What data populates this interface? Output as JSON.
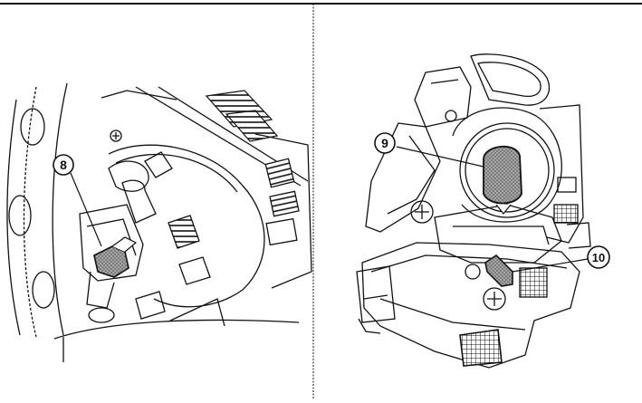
{
  "callouts": {
    "c8": "8",
    "c9": "9",
    "c10": "10"
  },
  "colors": {
    "ink": "#111111",
    "paper": "#ffffff",
    "highlight": "#9a9a9a"
  }
}
